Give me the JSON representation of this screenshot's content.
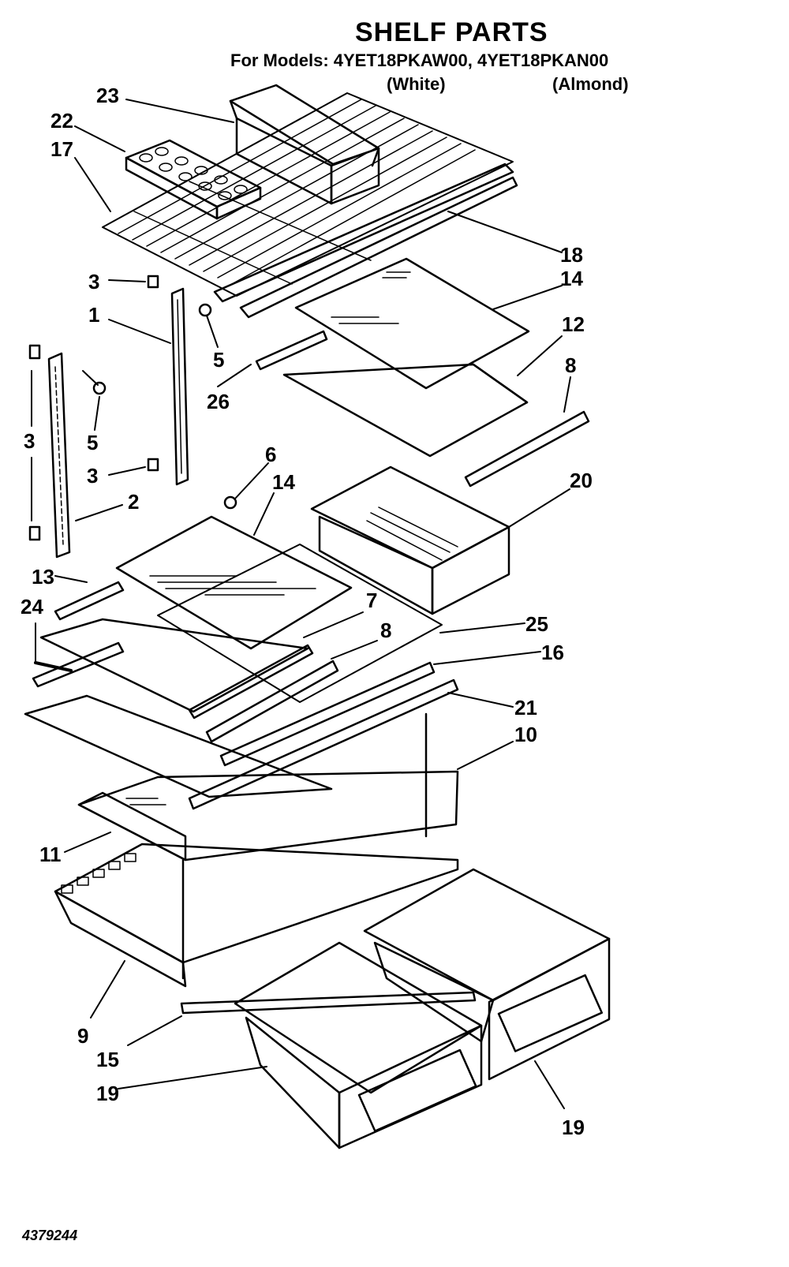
{
  "header": {
    "title": "SHELF PARTS",
    "models_line": "For Models: 4YET18PKAW00, 4YET18PKAN00",
    "variant_white": "(White)",
    "variant_almond": "(Almond)"
  },
  "footer": {
    "doc_id": "4379244"
  },
  "callouts": [
    "23",
    "22",
    "17",
    "18",
    "14",
    "3",
    "1",
    "5",
    "12",
    "26",
    "8",
    "3",
    "5",
    "3",
    "6",
    "14",
    "20",
    "2",
    "13",
    "24",
    "7",
    "8",
    "25",
    "16",
    "21",
    "10",
    "11",
    "9",
    "15",
    "19",
    "19"
  ]
}
